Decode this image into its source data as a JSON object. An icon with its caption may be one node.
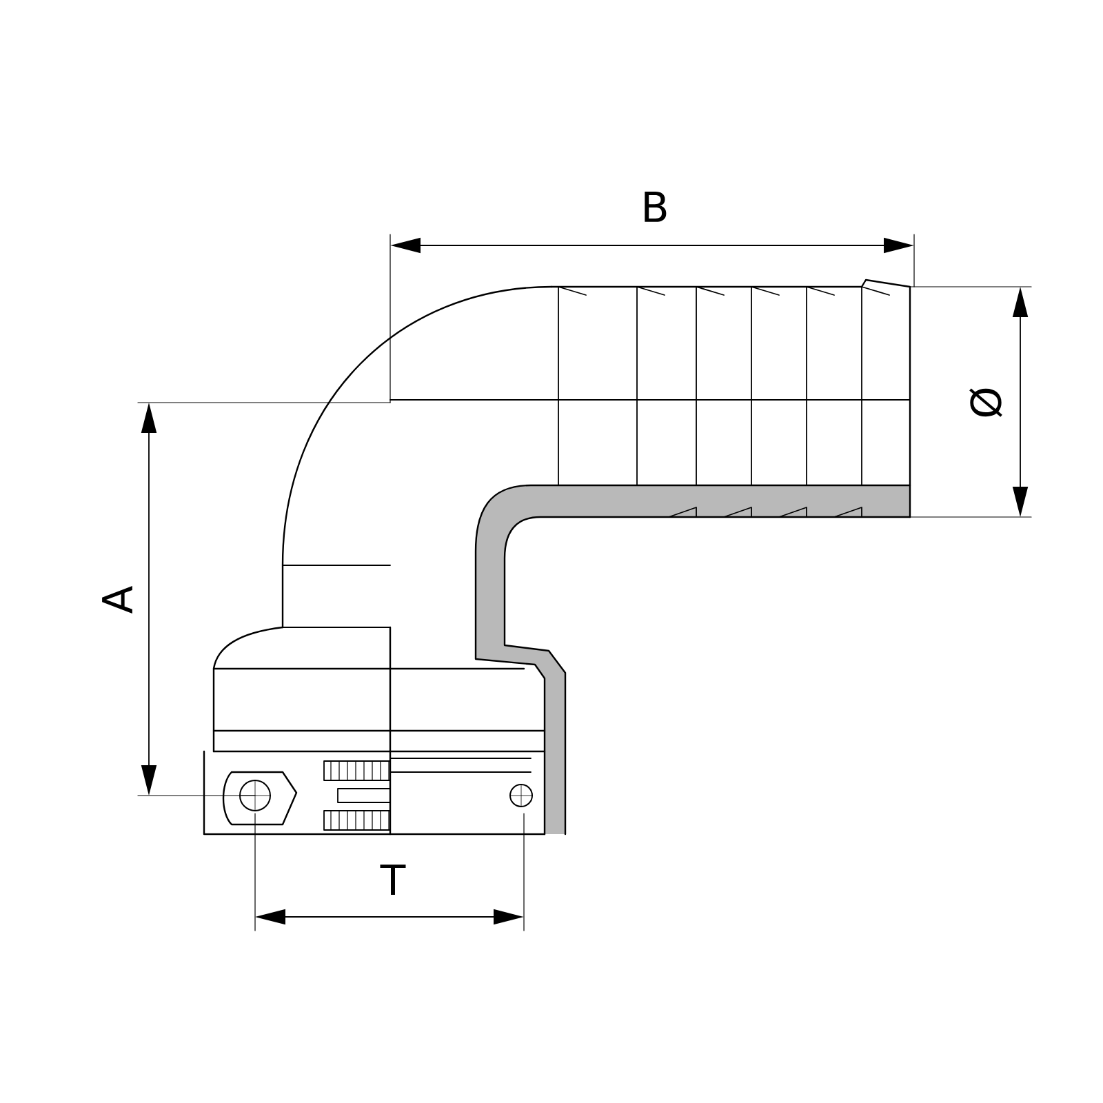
{
  "diagram": {
    "labels": [
      "B",
      "Ø",
      "A",
      "T"
    ]
  }
}
